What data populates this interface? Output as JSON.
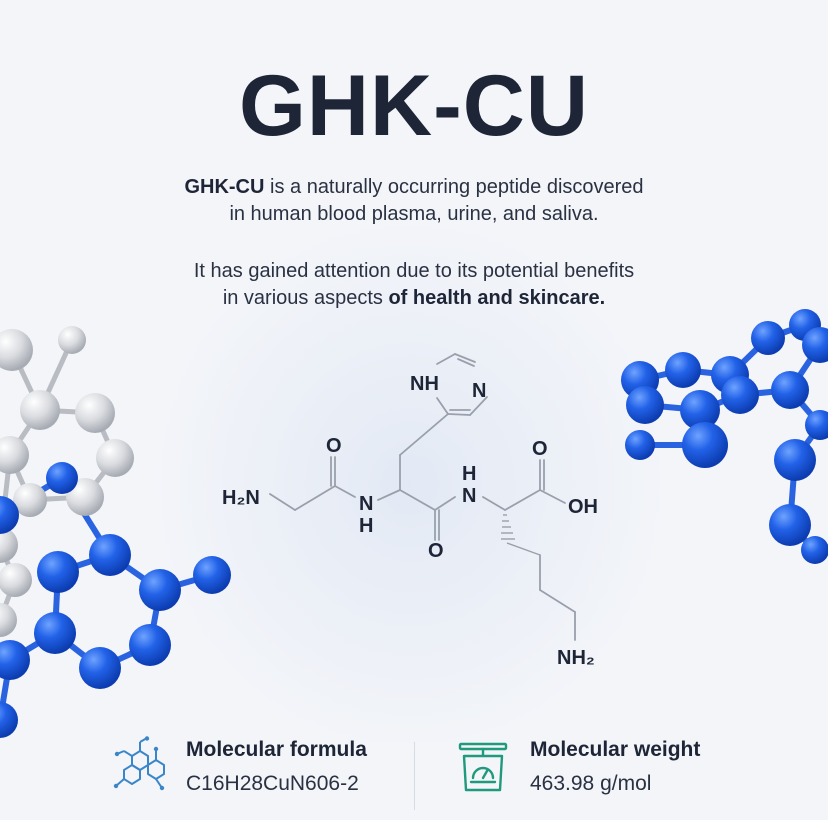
{
  "title": "GHK-CU",
  "intro": {
    "bold": "GHK-CU",
    "rest": " is a naturally occurring peptide discovered",
    "line2": "in human blood plasma, urine, and saliva."
  },
  "attention": {
    "line1": "It has gained attention due to its potential benefits",
    "line2_prefix": "in various aspects ",
    "line2_bold": "of health and skincare."
  },
  "structure": {
    "atoms": {
      "nh_ring": "NH",
      "n_ring": "N",
      "h2n": "H₂N",
      "o_left": "O",
      "nh_left_n": "N",
      "nh_left_h": "H",
      "o_mid": "O",
      "nh_right_h": "H",
      "nh_right_n": "N",
      "o_right": "O",
      "oh": "OH",
      "nh2": "NH₂"
    }
  },
  "properties": {
    "formula": {
      "icon": "molecule-structure-icon",
      "label": "Molecular formula",
      "value": "C16H28CuN606-2"
    },
    "weight": {
      "icon": "scale-icon",
      "label": "Molecular weight",
      "value": "463.98 g/mol"
    }
  },
  "colors": {
    "title": "#1e2537",
    "atom_blue": "#1a5de0",
    "atom_gray": "#d6d8dc",
    "icon_blue": "#3a86c8",
    "icon_green": "#1f9a7c",
    "bond": "#9aa0ab"
  }
}
